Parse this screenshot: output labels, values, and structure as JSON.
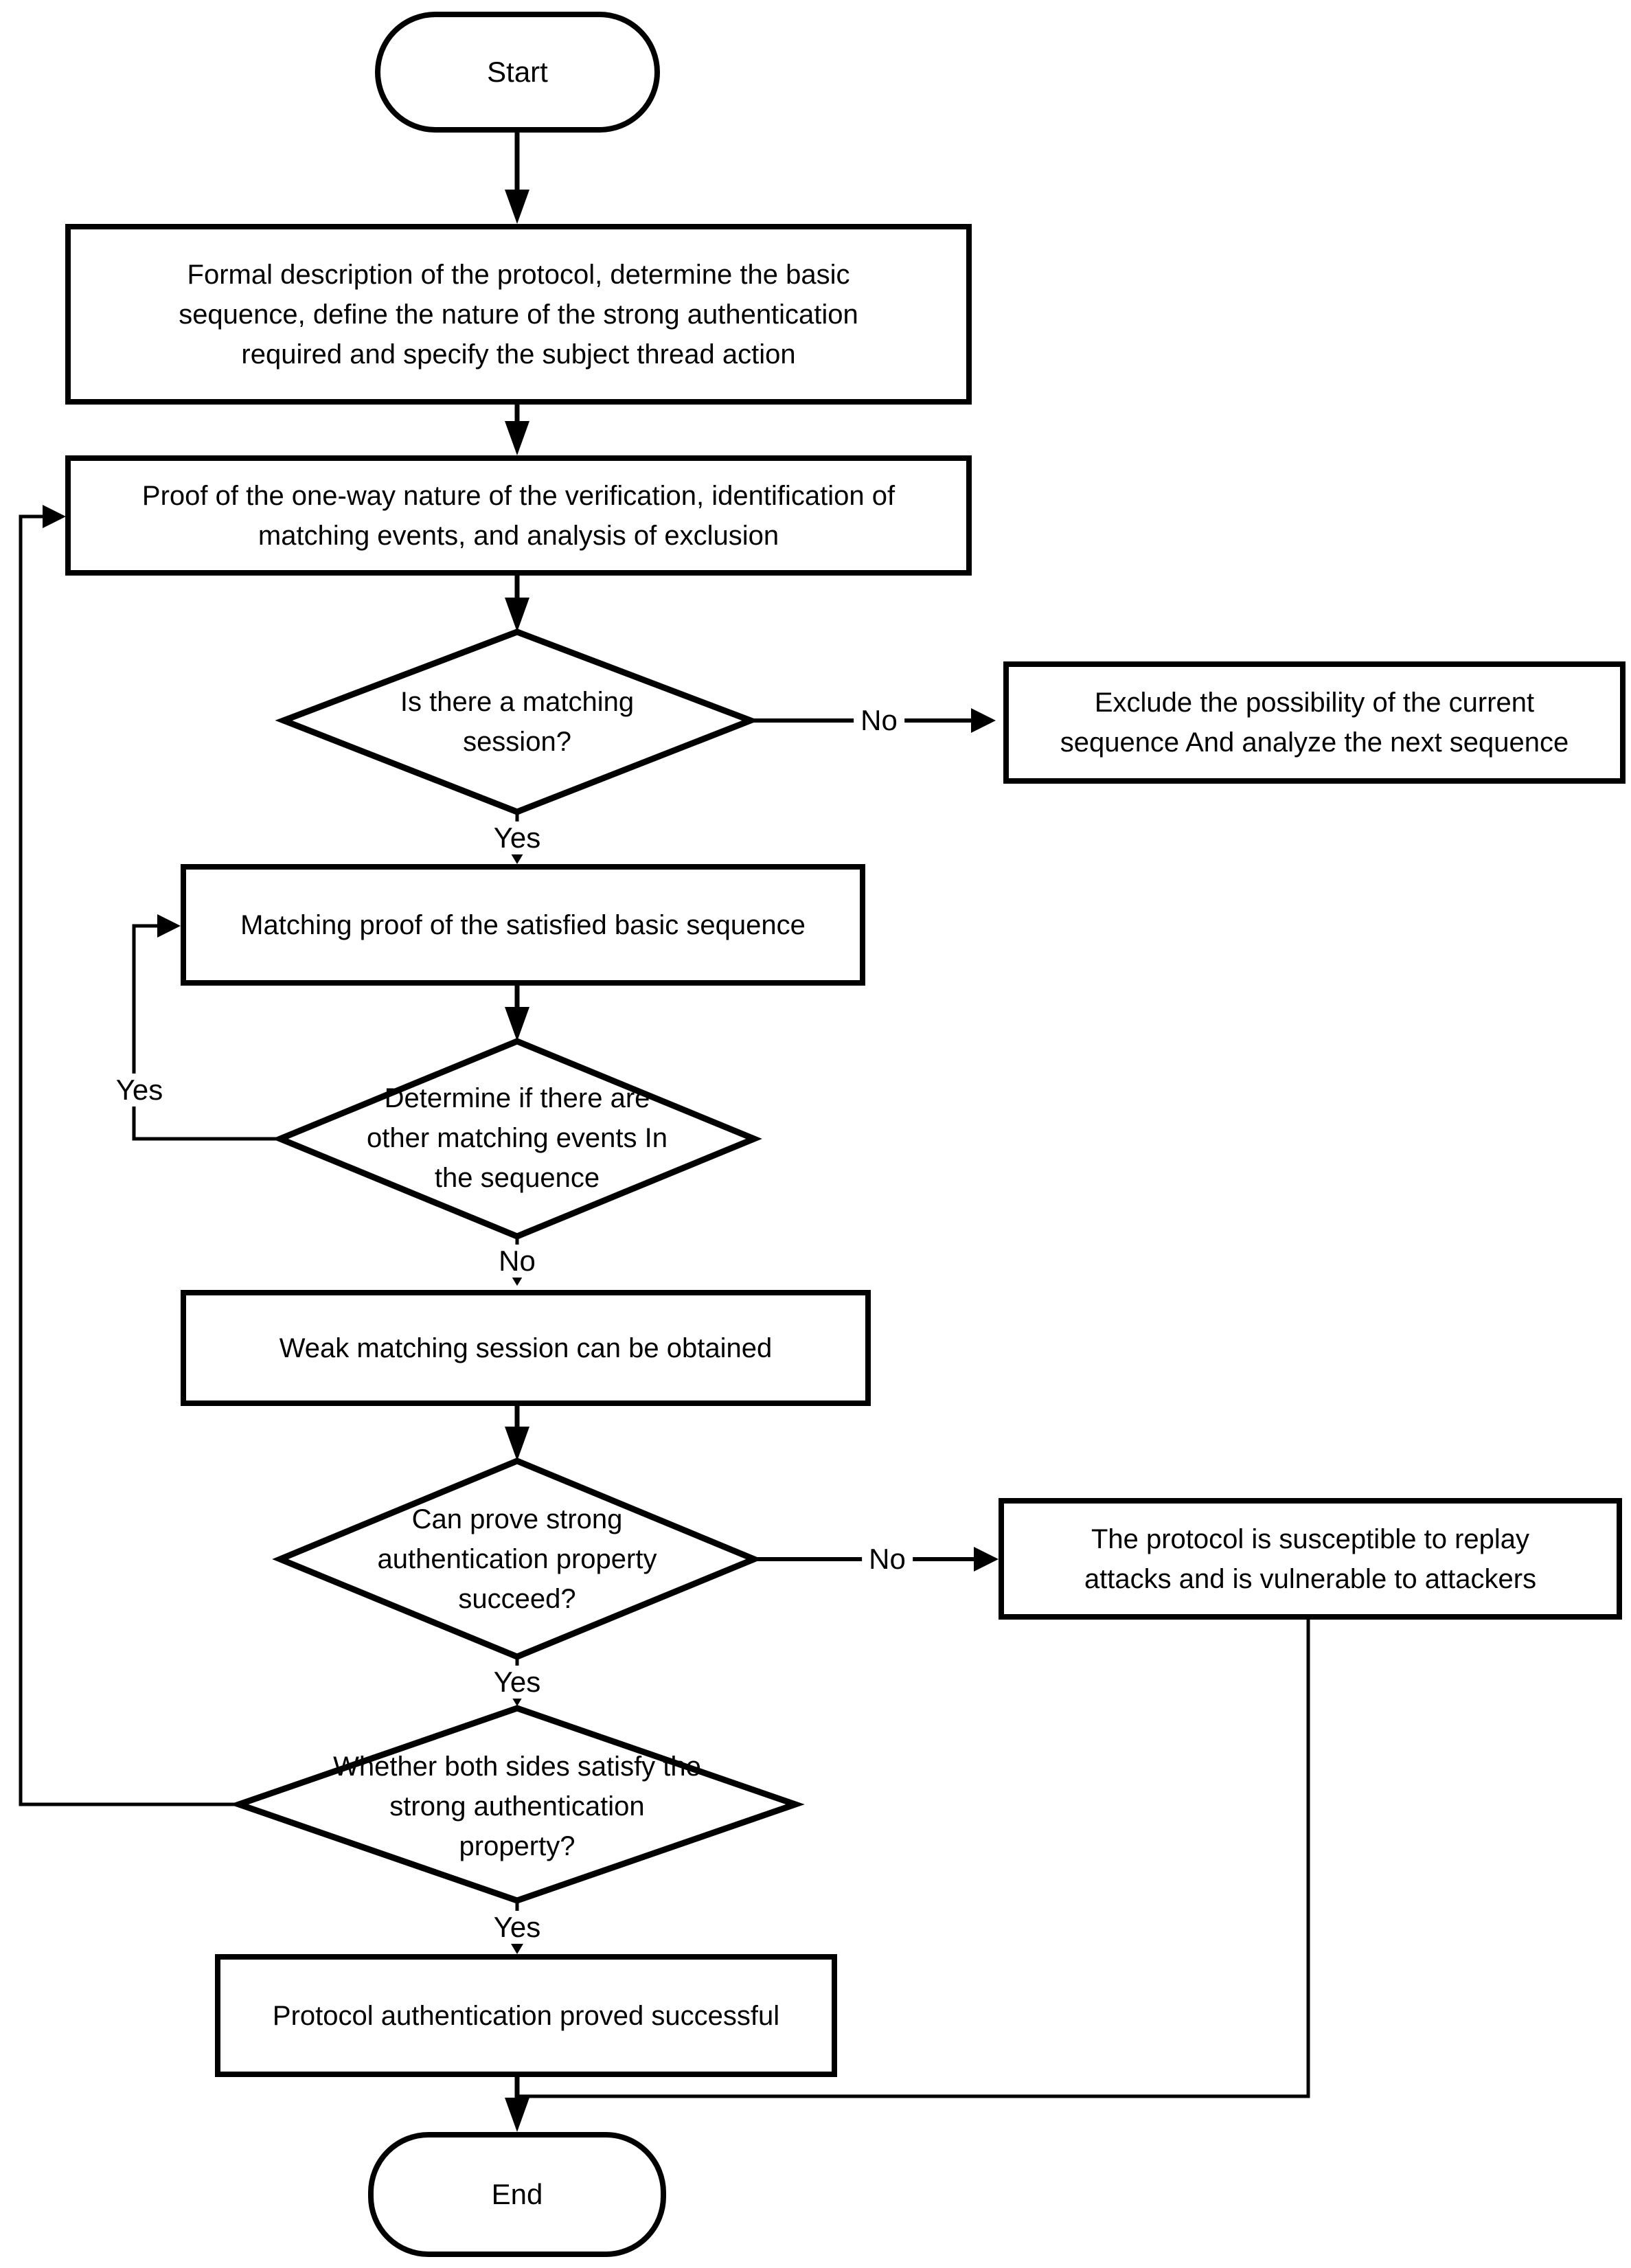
{
  "diagram": {
    "type": "flowchart",
    "colors": {
      "stroke": "#000000",
      "fill": "#ffffff",
      "text": "#000000"
    },
    "nodes": {
      "start": {
        "type": "terminator",
        "label": "Start"
      },
      "formal": {
        "type": "process",
        "label": "Formal description of the protocol, determine the basic\nsequence, define the nature of the strong authentication\nrequired and specify the subject thread action"
      },
      "proof": {
        "type": "process",
        "label": "Proof of the one-way nature of the verification, identification of\nmatching events, and analysis of exclusion"
      },
      "matching_session": {
        "type": "decision",
        "label": "Is there a matching\nsession?"
      },
      "exclude": {
        "type": "process",
        "label": "Exclude the possibility of  the current\nsequence And analyze the next sequence"
      },
      "matching_proof": {
        "type": "process",
        "label": "Matching proof of the satisfied basic sequence"
      },
      "other_events": {
        "type": "decision",
        "label": "Determine if there are\nother matching events In\nthe sequence"
      },
      "weak_matching": {
        "type": "process",
        "label": "Weak matching session can be obtained"
      },
      "strong_auth": {
        "type": "decision",
        "label": "Can prove strong\nauthentication property\nsucceed?"
      },
      "replay": {
        "type": "process",
        "label": "The protocol is susceptible to replay\nattacks and is vulnerable to attackers"
      },
      "both_sides": {
        "type": "decision",
        "label": "Whether both sides satisfy the\nstrong authentication\nproperty?"
      },
      "successful": {
        "type": "process",
        "label": "Protocol authentication proved successful"
      },
      "end": {
        "type": "terminator",
        "label": "End"
      }
    },
    "edge_labels": {
      "matching_session_no": "No",
      "matching_session_yes": "Yes",
      "other_events_yes": "Yes",
      "other_events_no": "No",
      "strong_auth_no": "No",
      "strong_auth_yes": "Yes",
      "both_sides_yes": "Yes"
    }
  }
}
